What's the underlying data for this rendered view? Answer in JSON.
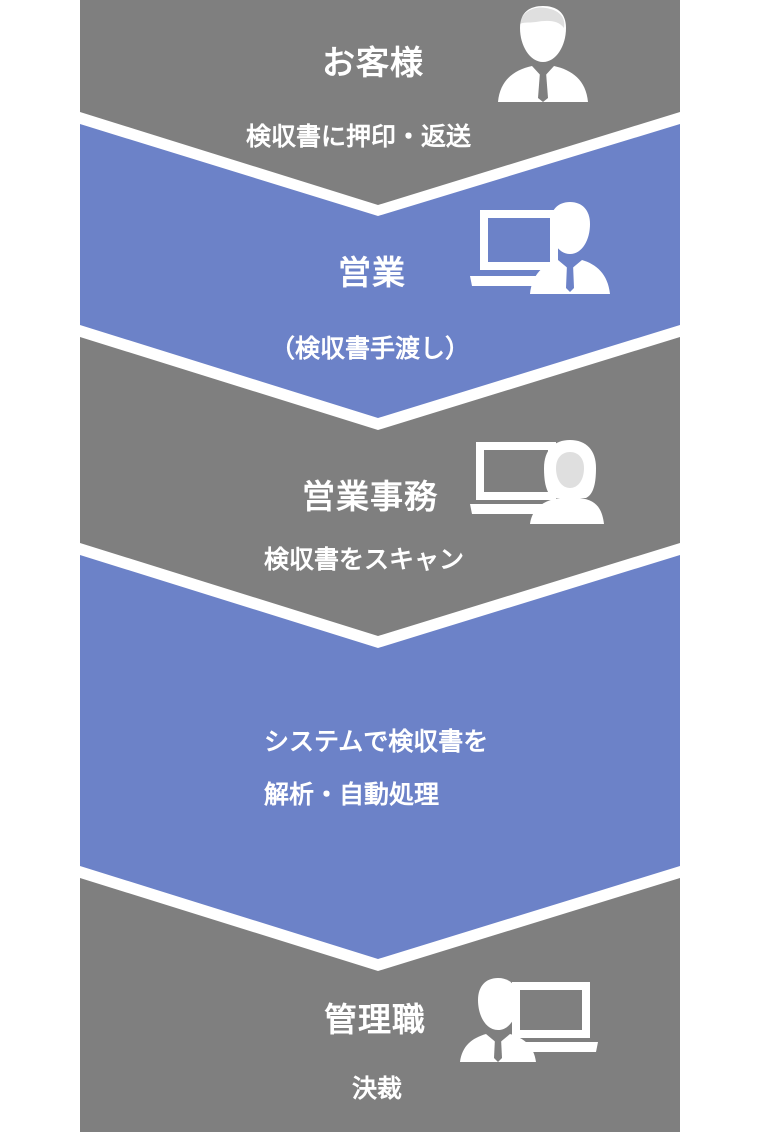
{
  "colors": {
    "gray": "#7f7f7f",
    "blue": "#6c82c8",
    "separator": "#ffffff",
    "icon": "#ffffff"
  },
  "steps": [
    {
      "title": "お客様",
      "description": "検収書に押印・返送",
      "icon": "businessman-icon",
      "color": "gray"
    },
    {
      "title": "営業",
      "description": "（検収書手渡し）",
      "icon": "businessman-computer-icon",
      "color": "blue"
    },
    {
      "title": "営業事務",
      "description": "検収書をスキャン",
      "icon": "woman-computer-icon",
      "color": "gray"
    },
    {
      "title": "",
      "description_lines": [
        "システムで検収書を",
        "解析・自動処理"
      ],
      "icon": "",
      "color": "blue"
    },
    {
      "title": "管理職",
      "description": "決裁",
      "icon": "manager-computer-icon",
      "color": "gray"
    }
  ]
}
